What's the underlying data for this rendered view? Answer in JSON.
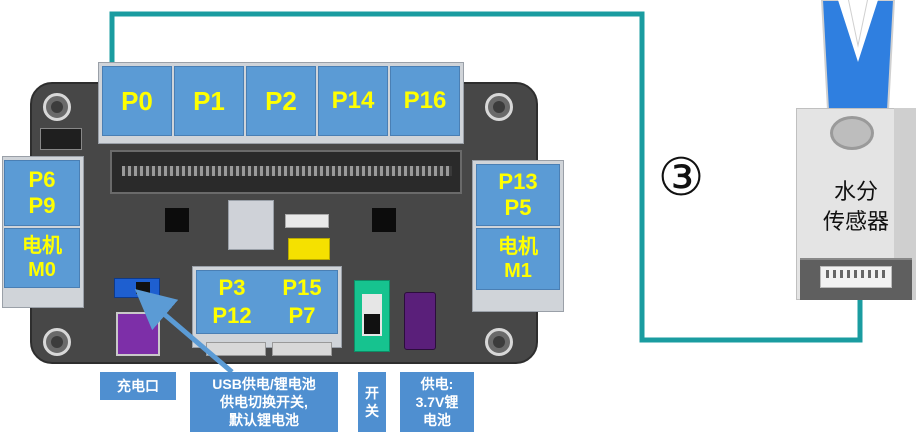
{
  "ports_top": [
    "P0",
    "P1",
    "P2",
    "P14",
    "P16"
  ],
  "left_block": {
    "ports": [
      "P6",
      "P9"
    ],
    "motor": [
      "电机",
      "M0"
    ]
  },
  "right_block": {
    "ports": [
      "P13",
      "P5"
    ],
    "motor": [
      "电机",
      "M1"
    ]
  },
  "middle_block": {
    "row1": [
      "P3",
      "P15"
    ],
    "row2": [
      "P12",
      "P7"
    ]
  },
  "connection_number": "③",
  "sensor": {
    "line1": "水分",
    "line2": "传感器"
  },
  "captions": {
    "charge_port": "充电口",
    "usb_switch": [
      "USB供电/锂电池",
      "供电切换开关,",
      "默认锂电池"
    ],
    "switch": [
      "开",
      "关"
    ],
    "battery": [
      "供电:",
      "3.7V锂",
      "电池"
    ]
  },
  "colors": {
    "wire": "#1a9ca0",
    "port_fill": "#5b9bd5",
    "port_text": "#ffff00",
    "caption_fill": "#4f8fd0"
  }
}
